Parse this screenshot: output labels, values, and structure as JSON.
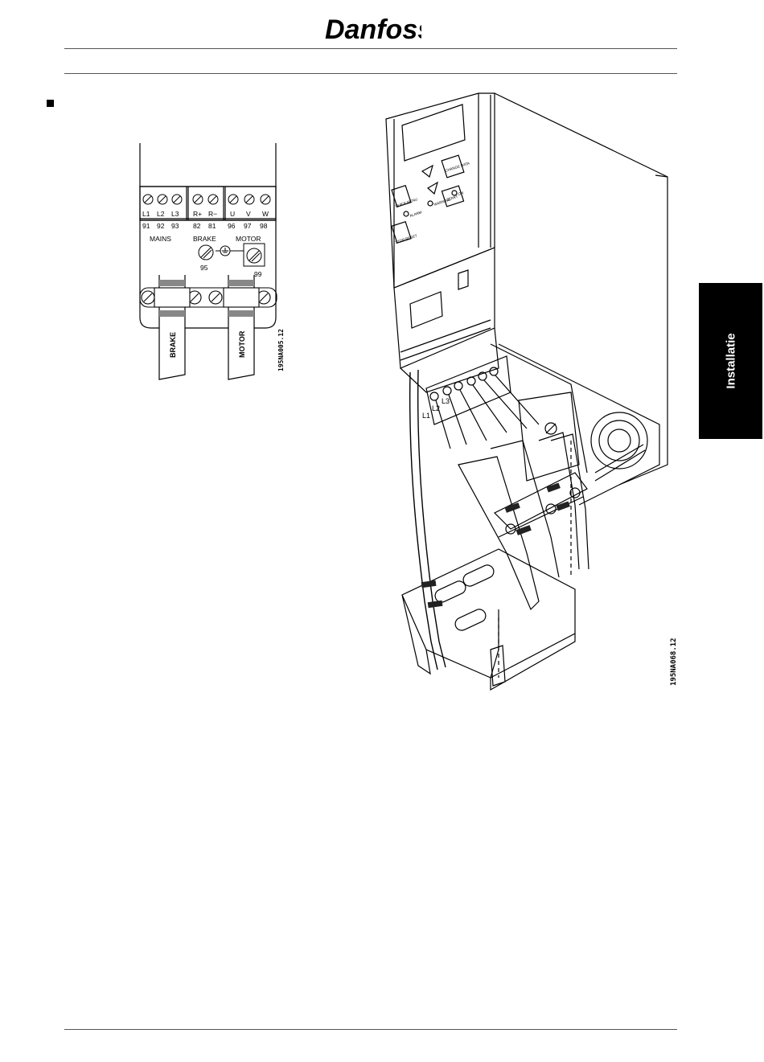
{
  "header": {
    "logo_text": "Danfoss"
  },
  "side_tab": {
    "label": "Installatie"
  },
  "diagram1": {
    "mains_terminals": [
      {
        "label": "L1",
        "number": "91"
      },
      {
        "label": "L2",
        "number": "92"
      },
      {
        "label": "L3",
        "number": "93"
      }
    ],
    "brake_terminals": [
      {
        "label": "R+",
        "number": "82"
      },
      {
        "label": "R−",
        "number": "81"
      }
    ],
    "motor_terminals": [
      {
        "label": "U",
        "number": "96"
      },
      {
        "label": "V",
        "number": "97"
      },
      {
        "label": "W",
        "number": "98"
      }
    ],
    "group_labels": {
      "mains": "MAINS",
      "brake": "BRAKE",
      "motor": "MOTOR"
    },
    "ground_brake_number": "95",
    "ground_motor_number": "99",
    "cable_labels": {
      "brake": "BRAKE",
      "motor": "MOTOR"
    },
    "figure_code": "195NA005.12"
  },
  "diagram2": {
    "keypad_buttons": [
      "QUICK MENU",
      "CHANGE DATA",
      "START",
      "STOP RESET"
    ],
    "indicator_labels": [
      "ALARM",
      "WARNING",
      "ON"
    ],
    "terminal_labels": [
      "L1",
      "L2",
      "L3"
    ],
    "figure_code": "195NA068.12"
  },
  "colors": {
    "ink": "#000000",
    "rule": "#555555",
    "tab_bg": "#000000",
    "tab_text": "#ffffff"
  }
}
